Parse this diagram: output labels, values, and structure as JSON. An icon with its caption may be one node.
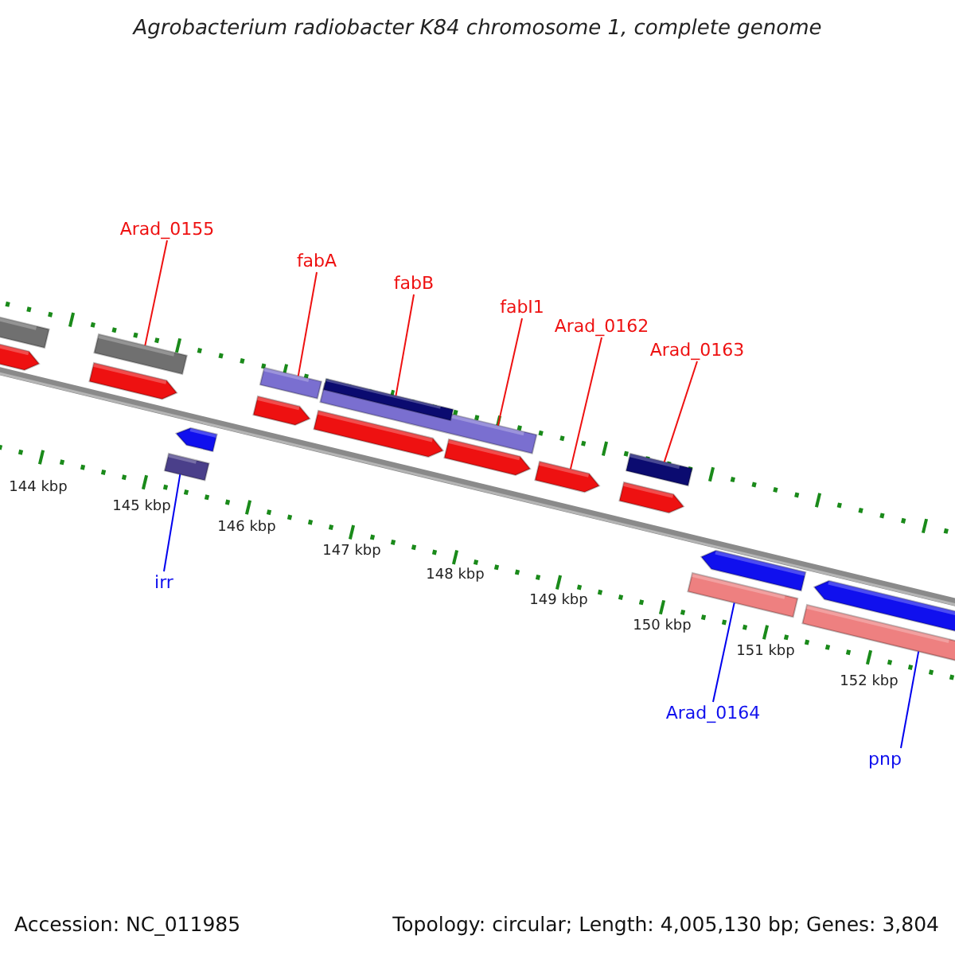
{
  "diagram": {
    "title": "Agrobacterium radiobacter K84 chromosome 1, complete genome",
    "nodes": [
      {
        "text": [
          "Arad_0155"
        ]
      },
      {
        "text": [
          "fabA"
        ]
      },
      {
        "text": [
          "fabB"
        ]
      },
      {
        "text": [
          "fabI1"
        ]
      },
      {
        "text": [
          "Arad_0162"
        ]
      },
      {
        "text": [
          "Arad_0163"
        ]
      },
      {
        "text": [
          "irr"
        ]
      },
      {
        "text": [
          "Arad_0164"
        ]
      },
      {
        "text": [
          "pnp"
        ]
      },
      {
        "text": [],
        "shape": "bar"
      },
      {
        "text": [],
        "shape": "bar"
      },
      {
        "text": [],
        "shape": "bar"
      },
      {
        "text": [],
        "shape": "bar"
      },
      {
        "text": [],
        "shape": "bar"
      },
      {
        "text": [],
        "shape": "bar"
      },
      {
        "text": [],
        "shape": "bar"
      },
      {
        "text": [],
        "shape": "bar"
      },
      {
        "text": [],
        "shape": "bar"
      },
      {
        "text": [],
        "shape": "bar"
      },
      {
        "text": [],
        "shape": "bar"
      },
      {
        "text": [],
        "shape": "bar"
      },
      {
        "text": [],
        "shape": "bar"
      },
      {
        "text": [],
        "shape": "bar"
      },
      {
        "text": [],
        "shape": "bar"
      },
      {
        "text": [],
        "shape": "bar"
      },
      {
        "text": [],
        "shape": "bar"
      },
      {
        "text": [],
        "shape": "bar"
      },
      {
        "text": [],
        "shape": "bar"
      }
    ],
    "edges": [
      {
        "from": 0,
        "to": 9,
        "arrow": "none"
      },
      {
        "from": 1,
        "to": 10,
        "arrow": "none"
      },
      {
        "from": 2,
        "to": 11,
        "arrow": "none"
      },
      {
        "from": 3,
        "to": 12,
        "arrow": "none"
      },
      {
        "from": 4,
        "to": 13,
        "arrow": "none"
      },
      {
        "from": 5,
        "to": 14,
        "arrow": "none"
      },
      {
        "from": 6,
        "to": 15,
        "arrow": "none",
        "color": "#0000ee"
      },
      {
        "from": 7,
        "to": 16,
        "arrow": "none",
        "color": "#0000ee"
      },
      {
        "from": 8,
        "to": 17,
        "arrow": "none",
        "color": "#0000ee"
      }
    ],
    "labels": [
      "144 kbp",
      "145 kbp",
      "146 kbp",
      "147 kbp",
      "148 kbp",
      "149 kbp",
      "150 kbp",
      "151 kbp",
      "152 kbp",
      "Accession: NC_011985",
      "Topology: circular; Length: 4,005,130 bp; Genes: 3,804"
    ]
  }
}
